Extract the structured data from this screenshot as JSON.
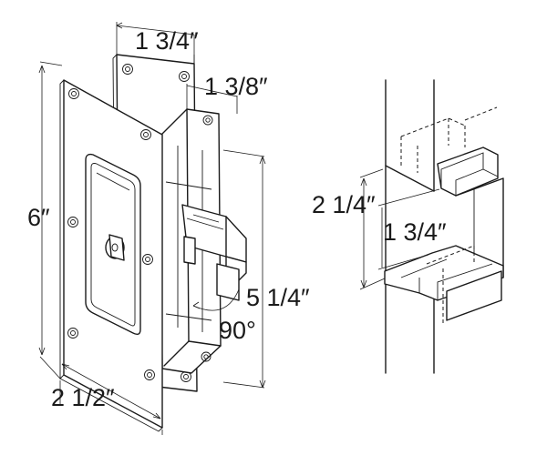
{
  "dimensions": {
    "width_label": "1 3/4″",
    "depth_label": "1 3/8″",
    "height_label": "6″",
    "length_label": "5 1/4″",
    "angle_label": "90°",
    "faceplate_width_label": "2 1/2″",
    "mortise_outer_label": "2 1/4″",
    "mortise_inner_label": "1 3/4″"
  }
}
